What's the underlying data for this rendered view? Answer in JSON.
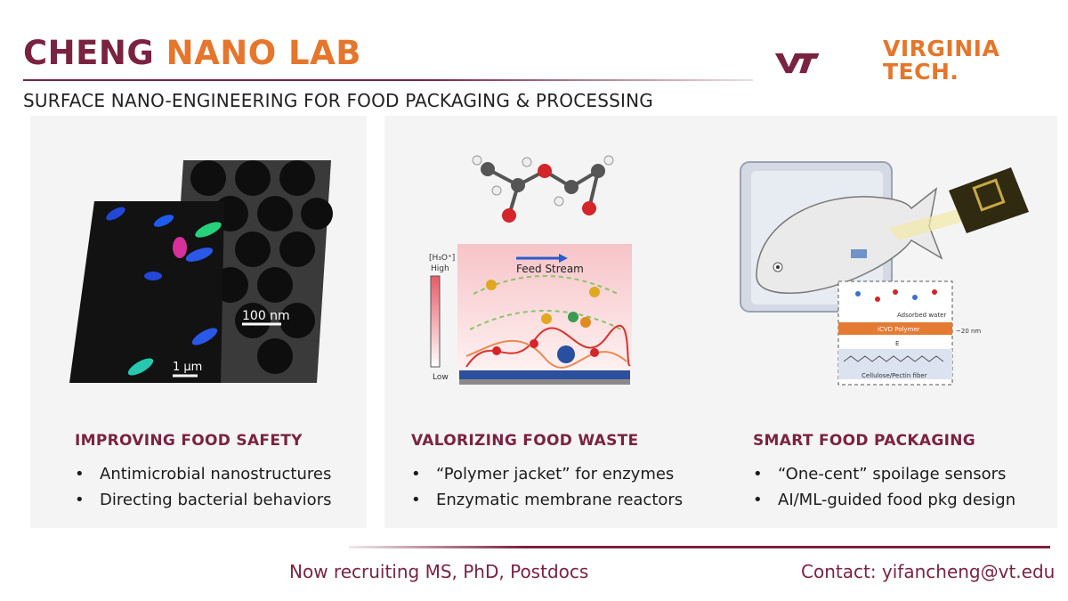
{
  "header": {
    "title_part1": "CHENG",
    "title_part2": "NANO LAB",
    "subtitle": "SURFACE NANO-ENGINEERING FOR FOOD PACKAGING & PROCESSING",
    "logo_line1": "VIRGINIA",
    "logo_line2": "TECH."
  },
  "panels": [
    {
      "title": "IMPROVING FOOD SAFETY",
      "bullets": [
        "Antimicrobial nanostructures",
        "Directing bacterial behaviors"
      ],
      "image_labels": {
        "scale_large": "100 nm",
        "scale_small": "1 µm"
      }
    },
    {
      "title": "VALORIZING FOOD WASTE",
      "bullets": [
        "“Polymer jacket” for enzymes",
        "Enzymatic membrane reactors"
      ],
      "image_labels": {
        "axis_top": "[H₃O⁺]",
        "high": "High",
        "low": "Low",
        "stream": "Feed Stream"
      }
    },
    {
      "title": "SMART FOOD PACKAGING",
      "bullets": [
        "“One-cent” spoilage sensors",
        "AI/ML-guided food pkg design"
      ],
      "image_labels": {
        "water": "Adsorbed water",
        "polymer": "iCVD Polymer",
        "fiber": "Cellulose/Pectin fiber",
        "size": "~20 nm",
        "e": "E"
      }
    }
  ],
  "footer": {
    "recruiting": "Now recruiting MS, PhD, Postdocs",
    "contact": "Contact: yifancheng@vt.edu"
  },
  "colors": {
    "maroon": "#7a2340",
    "orange": "#e5762b"
  }
}
